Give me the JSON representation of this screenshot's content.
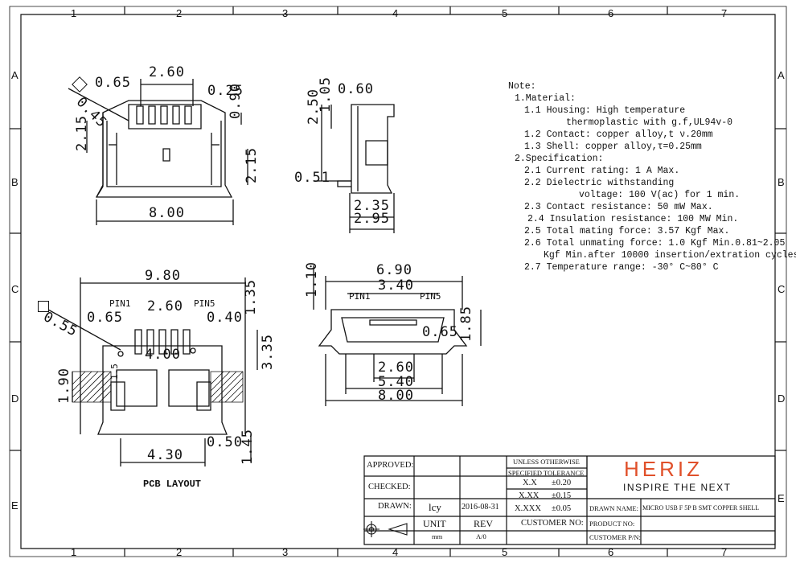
{
  "grid": {
    "columns": [
      "1",
      "2",
      "3",
      "4",
      "5",
      "6",
      "7"
    ],
    "rows": [
      "A",
      "B",
      "C",
      "D",
      "E"
    ]
  },
  "top_view": {
    "dims": {
      "pin_pitch": "2.60",
      "chamfer_size": "0.65",
      "chamfer_angle": "0.45",
      "pin_width": "0.25",
      "top_height": "0.90",
      "left_height": "2.15",
      "right_height": "2.15",
      "width": "8.00"
    }
  },
  "side_view": {
    "dims": {
      "total_height": "2.50",
      "upper_height": "1.05",
      "top_offset": "0.60",
      "foot": "0.51",
      "inner_depth": "2.35",
      "outer_depth": "2.95"
    }
  },
  "pcb_layout": {
    "title": "PCB LAYOUT",
    "pin1_label": "PIN1",
    "pin5_label": "PIN5",
    "dims": {
      "overall_width": "9.80",
      "pad_pitch": "2.60",
      "pad_offset": "0.65",
      "pad_width": "0.40",
      "chamfer": "0.55",
      "pad_span": "4.00",
      "pad_length": "1.35",
      "pad_depth": "3.35",
      "side_pad": "1.90",
      "small": "1.5",
      "bottom_gap": "0.50",
      "bottom_height": "1.45",
      "slot_span": "4.30"
    }
  },
  "front_view": {
    "pin1_label": "PIN1",
    "pin5_label": "PIN5",
    "dims": {
      "opening_width": "6.90",
      "pin_span": "3.40",
      "height_top": "1.10",
      "pitch": "0.65",
      "height": "1.85",
      "inner": "2.60",
      "mid": "5.40",
      "overall": "8.00"
    }
  },
  "notes": {
    "heading": "Note:",
    "lines": [
      "1.Material:",
      "1.1 Housing: High temperature",
      "thermoplastic with g.f,UL94v-0",
      "1.2 Contact: copper alloy,t ν.20mm",
      "1.3 Shell: copper alloy,τ=0.25mm",
      "2.Specification:",
      "2.1 Current rating: 1 A Max.",
      "2.2 Dielectric withstanding",
      "voltage: 100 V(ac) for 1 min.",
      "2.3 Contact resistance: 50 mW Max.",
      "2.4 Insulation resistance: 100 MW Min.",
      "2.5 Total mating force: 3.57 Kgf Max.",
      "2.6 Total unmating force: 1.0 Kgf Min.0.81~2.05",
      "Kgf Min.after 10000 insertion/extration cycles",
      "2.7 Temperature range: -30° C~80° C"
    ]
  },
  "title_block": {
    "approved_label": "APPROVED:",
    "checked_label": "CHECKED:",
    "drawn_label": "DRAWN:",
    "drawn_by": "lcy",
    "date": "2016-08-31",
    "unit_label": "UNIT",
    "unit_value": "mm",
    "rev_label": "REV",
    "rev_value": "A/0",
    "tolerance_heading_1": "UNLESS OTHERWISE",
    "tolerance_heading_2": "SPECIFIED TOLERANCE",
    "tolerances": [
      {
        "format": "X.X",
        "value": "±0.20"
      },
      {
        "format": "X.XX",
        "value": "±0.15"
      },
      {
        "format": "X.XXX",
        "value": "±0.05"
      }
    ],
    "customer_no_label": "CUSTOMER NO:",
    "drawn_name_label": "DRAWN NAME:",
    "drawn_name_value": "MICRO USB F 5P B SMT COPPER SHELL",
    "product_no_label": "PRODUCT NO:",
    "customer_pn_label": "CUSTOMER P/N:",
    "logo_text": "HERIZ",
    "slogan": "INSPIRE THE NEXT",
    "logo_color": "#e0502a"
  }
}
